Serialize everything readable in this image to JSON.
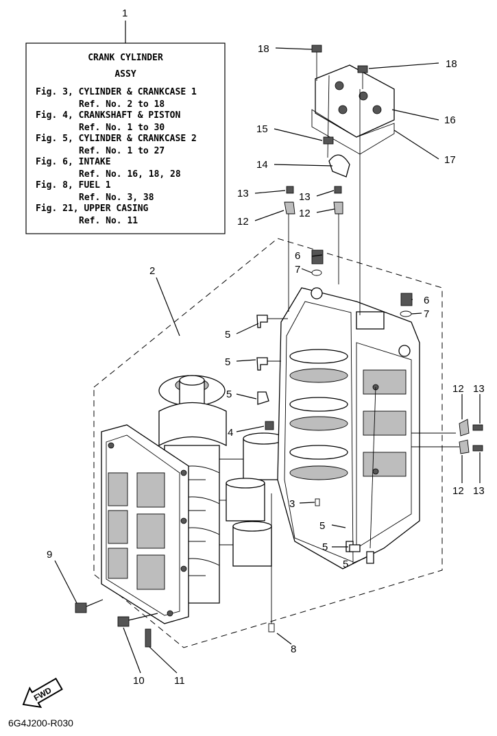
{
  "reference_box": {
    "title_line1": "CRANK CYLINDER",
    "title_line2": "ASSY",
    "lines": [
      "Fig. 3, CYLINDER & CRANKCASE 1",
      "Ref. No. 2 to 18",
      "Fig. 4, CRANKSHAFT & PISTON",
      "Ref. No. 1 to 30",
      "Fig. 5, CYLINDER & CRANKCASE 2",
      "Ref. No. 1 to 27",
      "Fig. 6, INTAKE",
      "Ref. No. 16, 18, 28",
      "Fig. 8, FUEL 1",
      "Ref. No. 3, 38",
      "Fig. 21, UPPER CASING",
      "Ref. No. 11"
    ]
  },
  "callouts": {
    "c1": "1",
    "c2": "2",
    "c3": "3",
    "c4": "4",
    "c5a": "5",
    "c5b": "5",
    "c5c": "5",
    "c5d": "5",
    "c5e": "5",
    "c5f": "5",
    "c6a": "6",
    "c6b": "6",
    "c7a": "7",
    "c7b": "7",
    "c8": "8",
    "c9": "9",
    "c10": "10",
    "c11": "11",
    "c12a": "12",
    "c12b": "12",
    "c12c": "12",
    "c12d": "12",
    "c13a": "13",
    "c13b": "13",
    "c13c": "13",
    "c13d": "13",
    "c14": "14",
    "c15": "15",
    "c16": "16",
    "c17": "17",
    "c18a": "18",
    "c18b": "18"
  },
  "fwd_label": "FWD",
  "diagram_code": "6G4J200-R030"
}
